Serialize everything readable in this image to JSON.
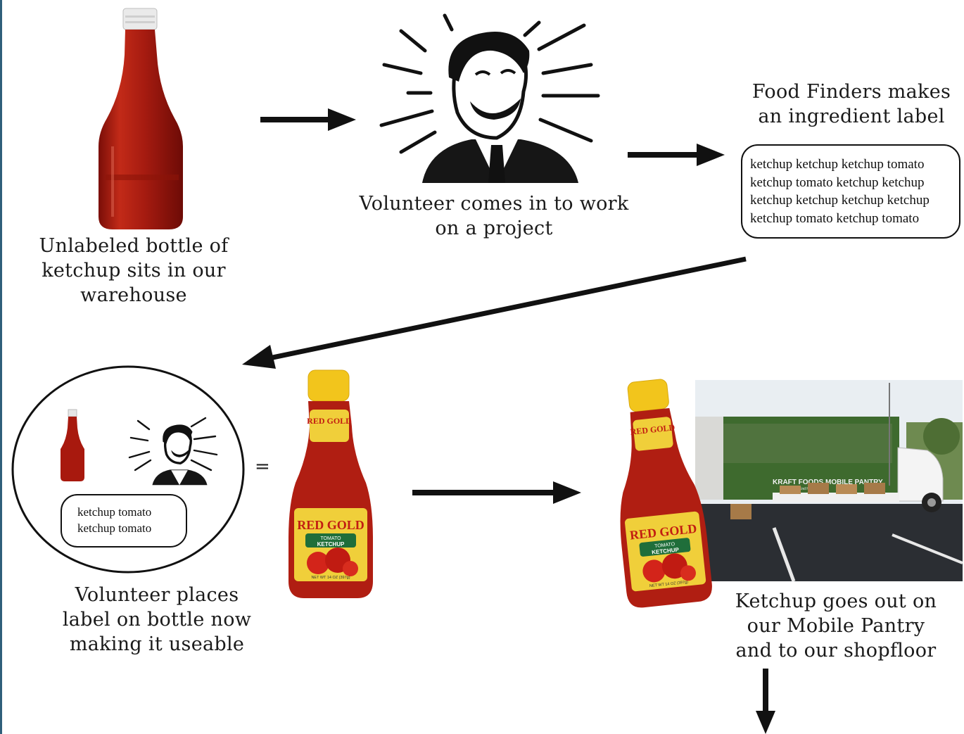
{
  "captions": {
    "unlabeled": [
      "Unlabeled bottle of",
      "ketchup sits in our",
      "warehouse"
    ],
    "volunteer": [
      "Volunteer comes in to work",
      "on a project"
    ],
    "food_finders": [
      "Food Finders makes",
      "an ingredient label"
    ],
    "places_label": [
      "Volunteer places",
      "label on bottle now",
      "making it useable"
    ],
    "goes_out": [
      "Ketchup goes out on",
      "our Mobile Pantry",
      "and to our shopfloor"
    ]
  },
  "ingredient_label": {
    "lines": [
      "ketchup ketchup ketchup tomato",
      "ketchup tomato  ketchup ketchup",
      "ketchup ketchup ketchup ketchup",
      "ketchup tomato ketchup tomato"
    ]
  },
  "mini_label": {
    "lines": [
      "ketchup tomato",
      "ketchup tomato"
    ]
  },
  "equals_sign": "=",
  "product": {
    "brand": "RED GOLD",
    "line1": "TOMATO",
    "line2": "KETCHUP",
    "net_wt": "NET WT 14 OZ (397g)"
  },
  "truck": {
    "side_text": "KRAFT FOODS MOBILE PANTRY",
    "tagline": "End Hunger - One"
  },
  "colors": {
    "ketchup": "#b01e12",
    "cap_yellow": "#f2c51c",
    "label_yellow": "#f0cf3a",
    "truck_green": "#3e6a2e",
    "arrow": "#111111"
  }
}
